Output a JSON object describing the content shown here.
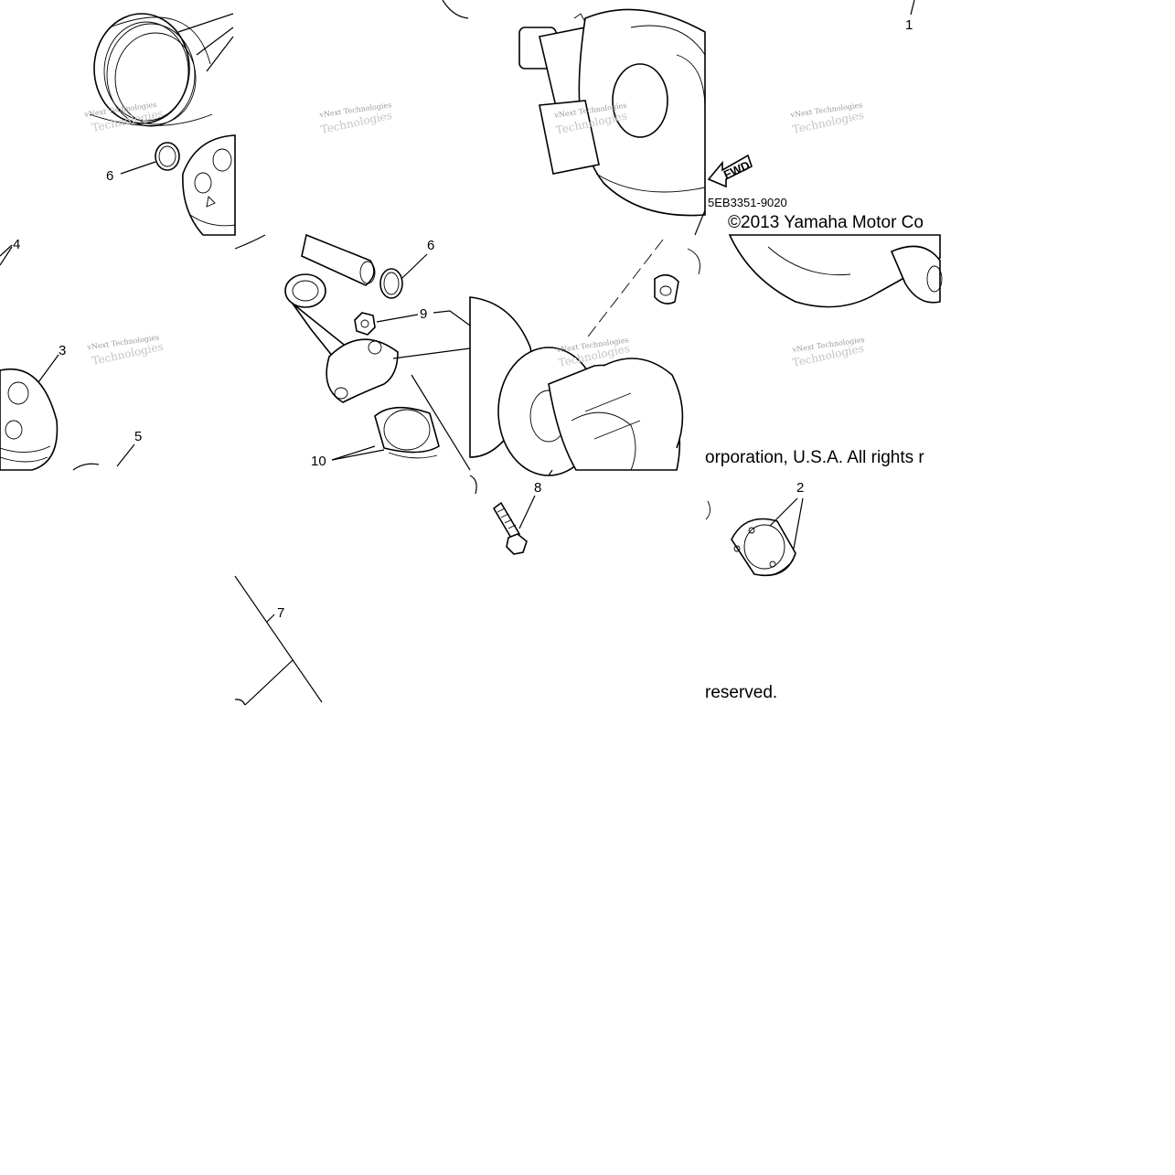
{
  "callouts": {
    "c1": "1",
    "c2": "2",
    "c3": "3",
    "c4": "4",
    "c5": "5",
    "c6a": "6",
    "c6b": "6",
    "c7": "7",
    "c8": "8",
    "c9": "9",
    "c10": "10"
  },
  "diagram_code": "5EB3351-9020",
  "fwd_arrow_text": "FWD",
  "copyright": {
    "line1": "©2013 Yamaha Motor Co",
    "line2": "orporation, U.S.A. All rights r",
    "line3": "reserved."
  },
  "watermark": {
    "line1": "vNext Technologies",
    "line2": "Technologies"
  }
}
